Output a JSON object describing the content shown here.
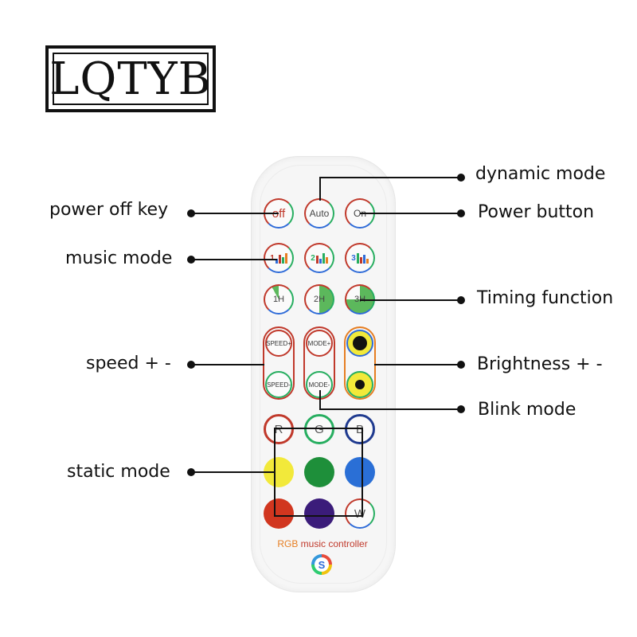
{
  "brand": "LQTYB",
  "remote": {
    "row1": [
      {
        "label": "off"
      },
      {
        "label": "Auto"
      },
      {
        "label": "On"
      }
    ],
    "music_buttons": [
      "1",
      "2",
      "3"
    ],
    "timer_buttons": [
      "1H",
      "2H",
      "3H"
    ],
    "speed": {
      "plus": "SPEED+",
      "minus": "SPEED-"
    },
    "mode": {
      "plus": "MODE+",
      "minus": "MODE-"
    },
    "rgb": [
      "R",
      "G",
      "B"
    ],
    "white_label": "W",
    "colors": {
      "yellow": "#f2e93a",
      "green": "#1e8f3a",
      "blue": "#2a6fd6",
      "red": "#d1361f",
      "purple": "#3b1c7a",
      "white": "#f7f7f7"
    },
    "footer_rgb": "RGB",
    "footer_rest": " music controller"
  },
  "annotations": {
    "left": {
      "power_off_key": "power off key",
      "music_mode": "music mode",
      "speed": "speed + -",
      "static_mode": "static mode"
    },
    "right": {
      "dynamic_mode": "dynamic mode",
      "power_button": "Power button",
      "timing_function": "Timing function",
      "brightness": "Brightness + -",
      "blink_mode": "Blink mode"
    }
  }
}
